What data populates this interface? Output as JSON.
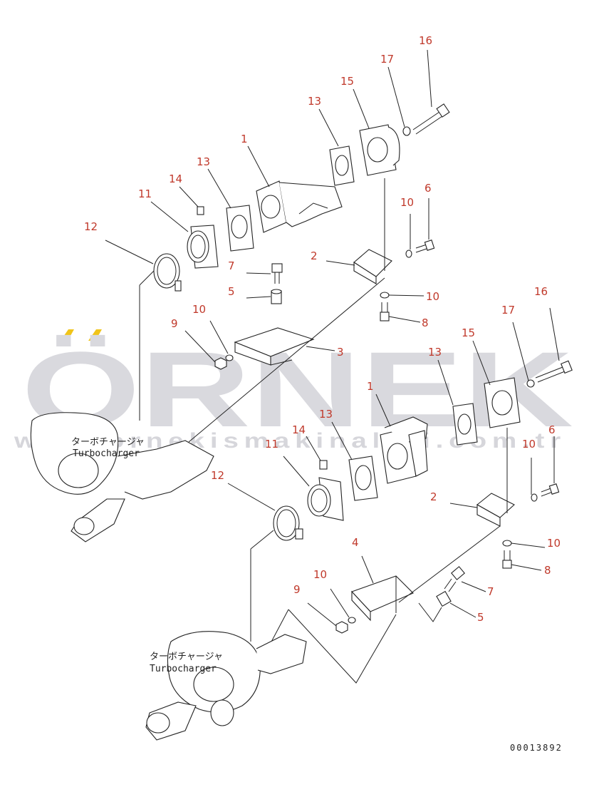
{
  "watermark": {
    "brand": "ÖRNEK",
    "url": "www.ornekismakinalari.com.tr",
    "color": "#d9d9de",
    "accent": "#f0c419"
  },
  "diagram_code": "00013892",
  "turbocharger_labels": {
    "upper": {
      "jp": "ターボチャージャ",
      "en": "Turbocharger"
    },
    "lower": {
      "jp": "ターボチャージャ",
      "en": "Turbocharger"
    }
  },
  "callouts_upper": [
    "16",
    "17",
    "15",
    "13",
    "1",
    "13",
    "14",
    "11",
    "12",
    "6",
    "10",
    "2",
    "7",
    "5",
    "10",
    "10",
    "8",
    "9",
    "3"
  ],
  "callouts_lower": [
    "16",
    "17",
    "15",
    "13",
    "1",
    "13",
    "14",
    "11",
    "12",
    "6",
    "10",
    "2",
    "10",
    "8",
    "4",
    "10",
    "9",
    "7",
    "5"
  ],
  "label_color": "#c0392b"
}
